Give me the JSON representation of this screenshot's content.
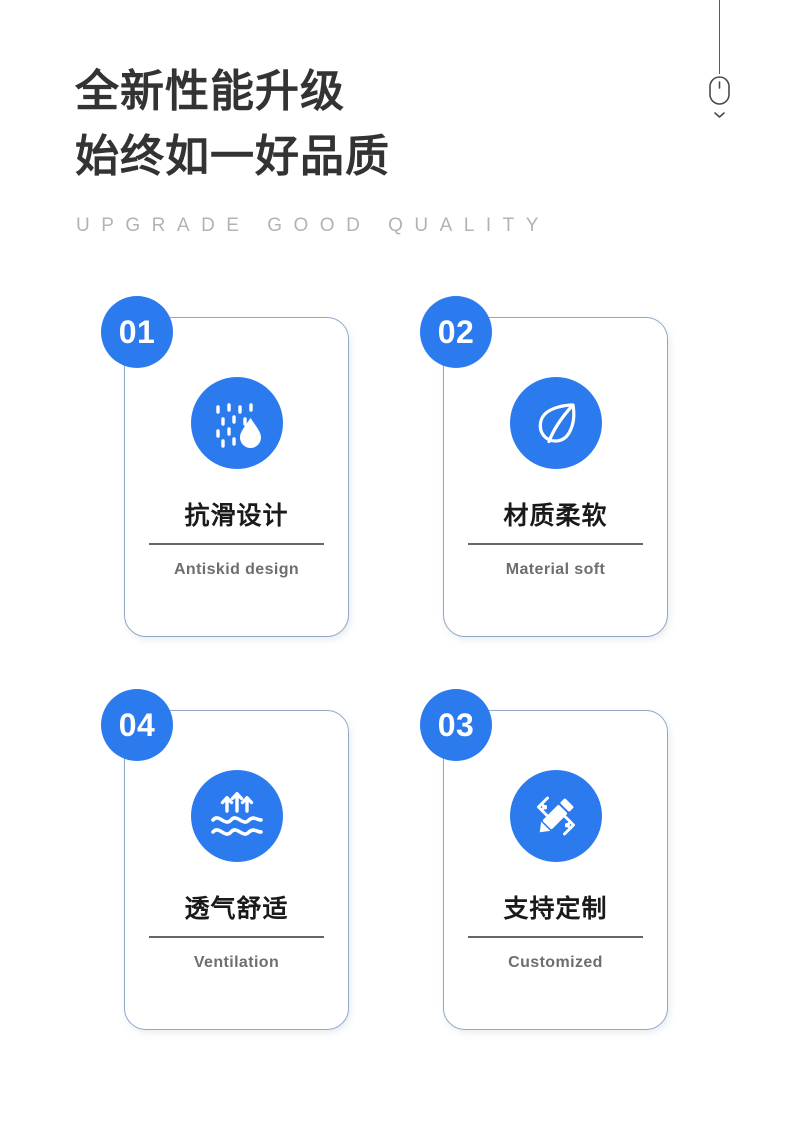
{
  "header": {
    "headline_line1": "全新性能升级",
    "headline_line2": "始终如一好品质",
    "subline": "UPGRADE GOOD QUALITY"
  },
  "decoration": {
    "mouse_icon": "mouse-icon",
    "line": "vertical-line"
  },
  "colors": {
    "accent_blue": "#2b7bee",
    "card_border": "#8fa8c8",
    "title_dark": "#333333",
    "subline_gray": "#b3b3b3",
    "sub_gray": "#6e6e6e",
    "rule_gray": "#666666",
    "background": "#ffffff"
  },
  "cards": [
    {
      "number": "01",
      "title": "抗滑设计",
      "subtitle": "Antiskid design",
      "icon": "rain-drop-icon"
    },
    {
      "number": "02",
      "title": "材质柔软",
      "subtitle": "Material soft",
      "icon": "leaf-icon"
    },
    {
      "number": "03",
      "title": "支持定制",
      "subtitle": "Customized",
      "icon": "pencil-ruler-icon"
    },
    {
      "number": "04",
      "title": "透气舒适",
      "subtitle": "Ventilation",
      "icon": "ventilation-icon"
    }
  ]
}
